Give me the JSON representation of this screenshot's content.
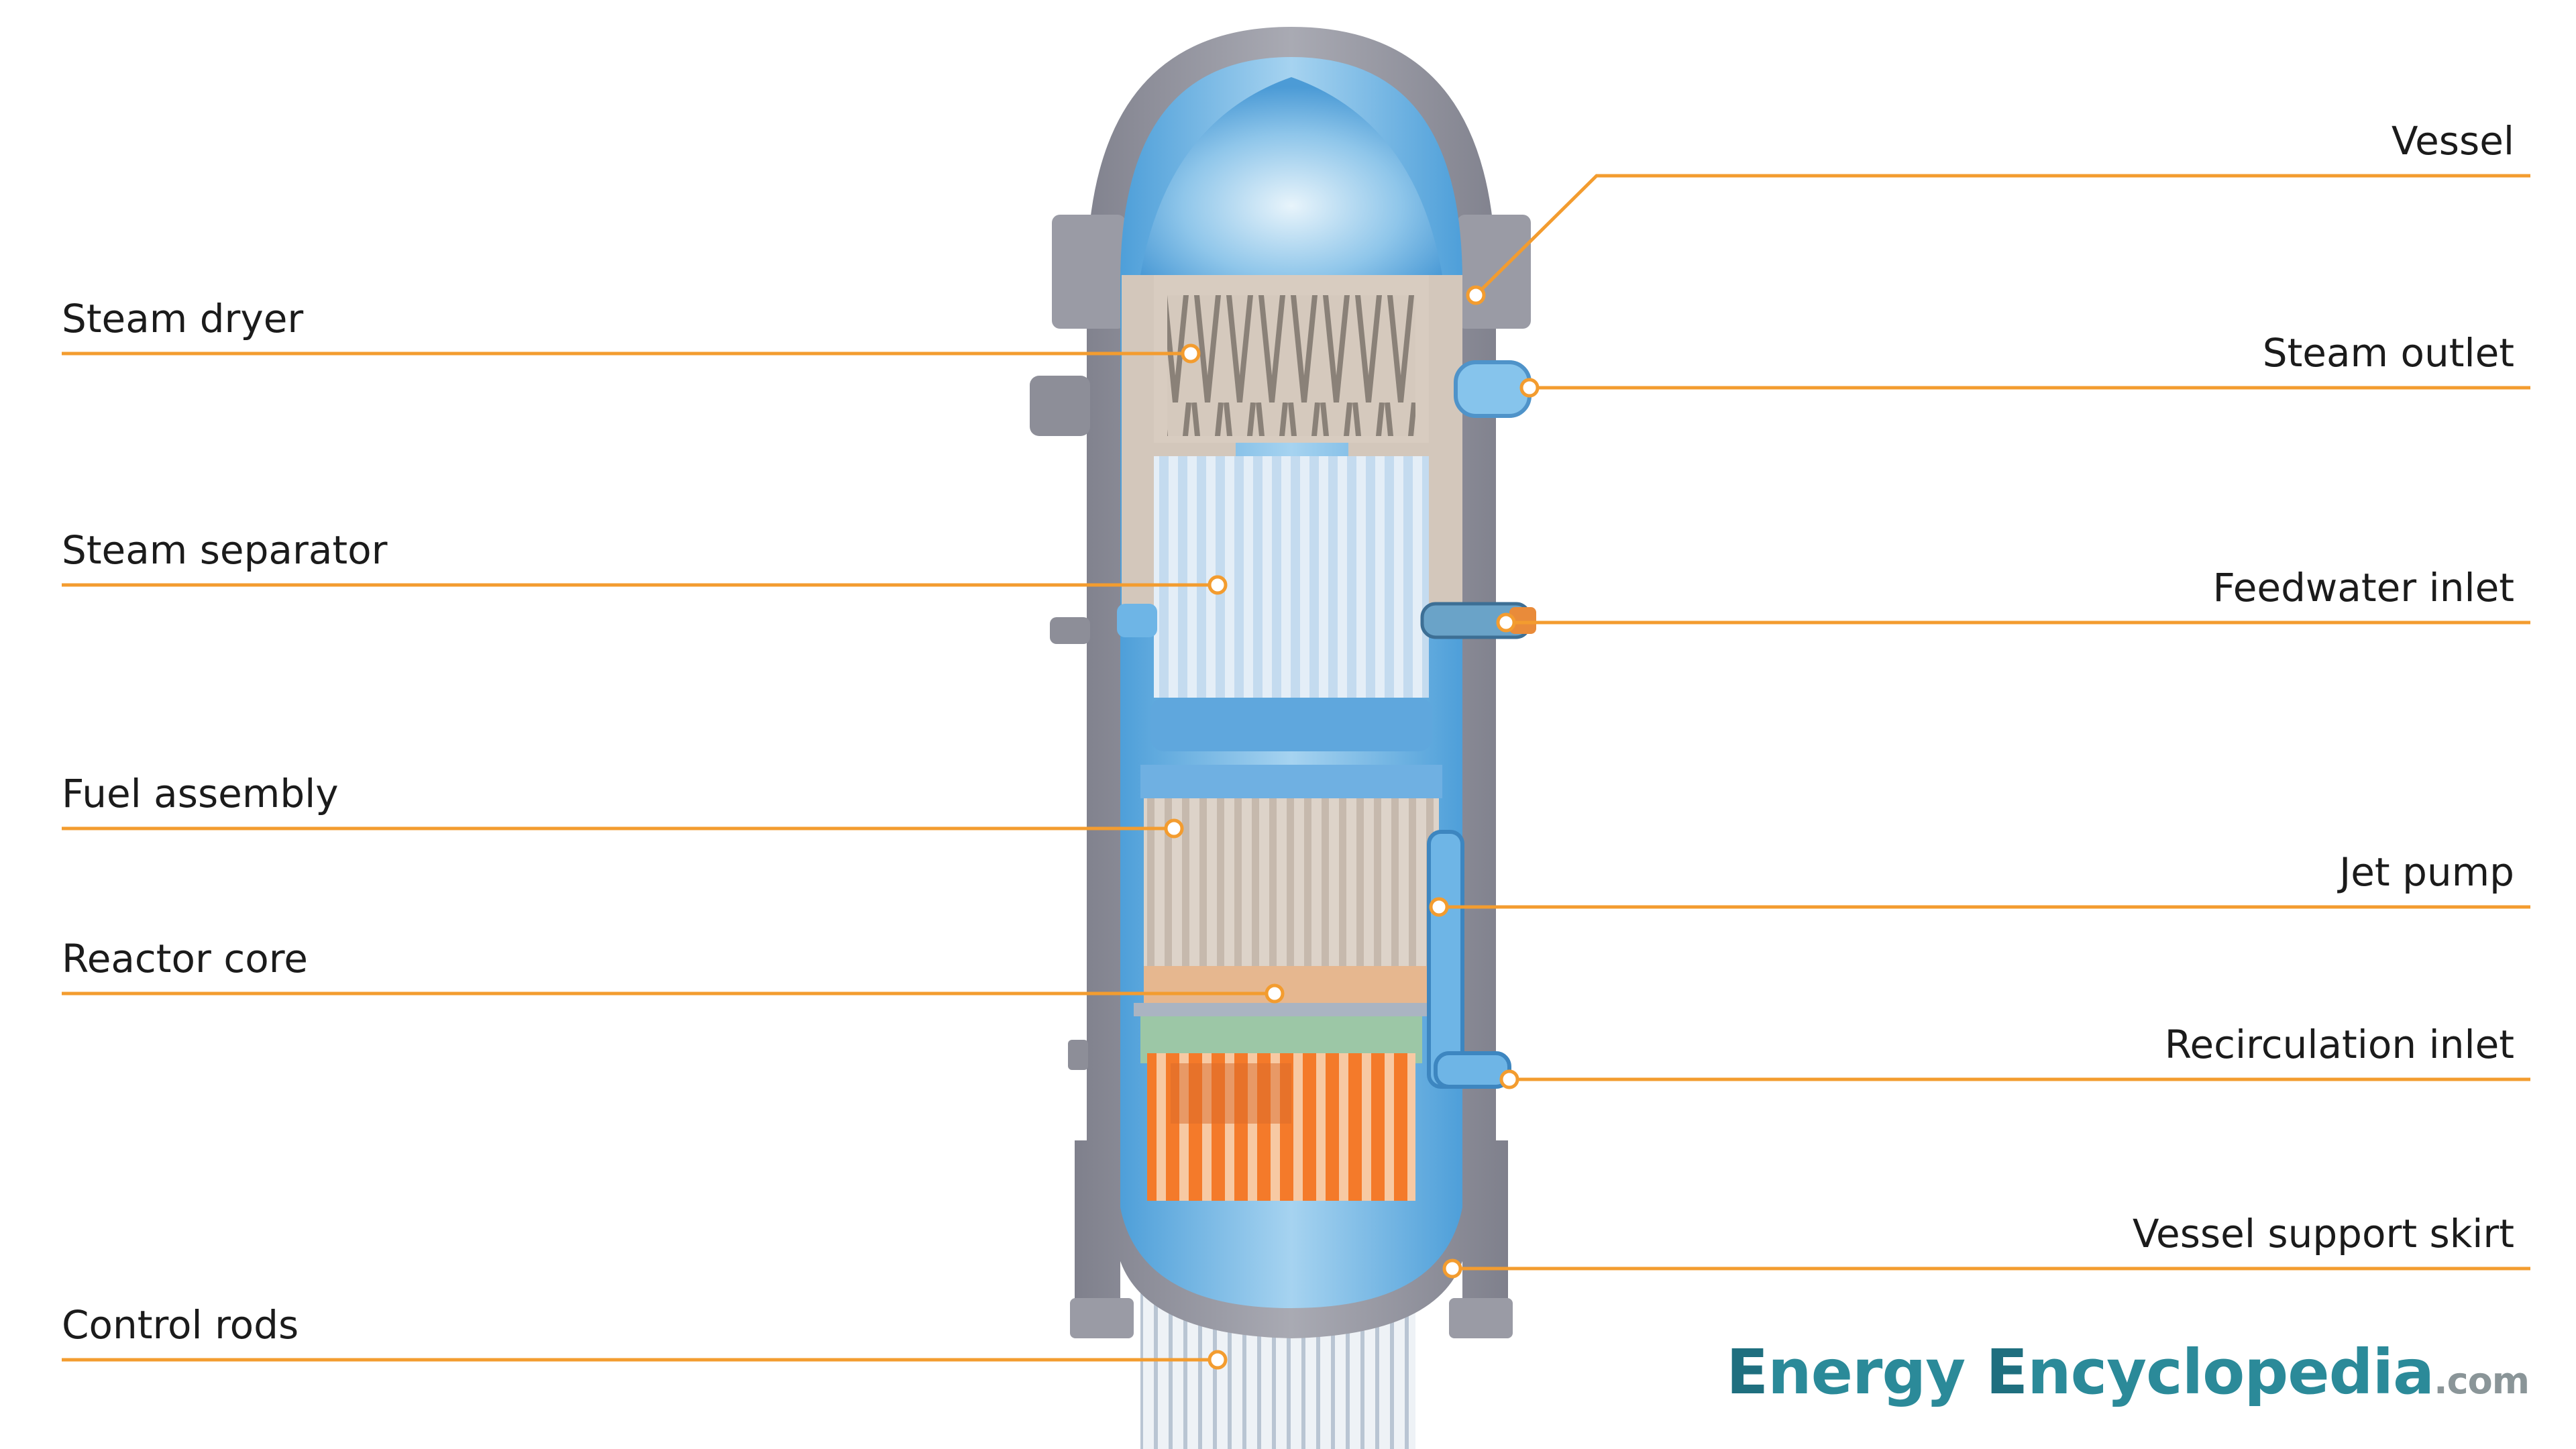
{
  "labels": {
    "left": {
      "steam_dryer": "Steam dryer",
      "steam_separator": "Steam separator",
      "fuel_assembly": "Fuel assembly",
      "reactor_core": "Reactor core",
      "control_rods": "Control rods"
    },
    "right": {
      "vessel": "Vessel",
      "steam_outlet": "Steam outlet",
      "feedwater_inlet": "Feedwater inlet",
      "jet_pump": "Jet pump",
      "recirculation_inlet": "Recirculation inlet",
      "vessel_support_skirt": "Vessel support skirt"
    }
  },
  "brand": {
    "word1_initial": "E",
    "word1_rest": "nergy ",
    "word2_initial": "E",
    "word2_rest": "ncyclopedia",
    "domain": ".com"
  },
  "colors": {
    "leader_line": "#f39c2f",
    "vessel_wall": "#8e8f9a",
    "water": "#5aa9e0",
    "internals": "#d7cbc0",
    "fuel_orange": "#f47a2a",
    "brand": "#2b8a99"
  }
}
